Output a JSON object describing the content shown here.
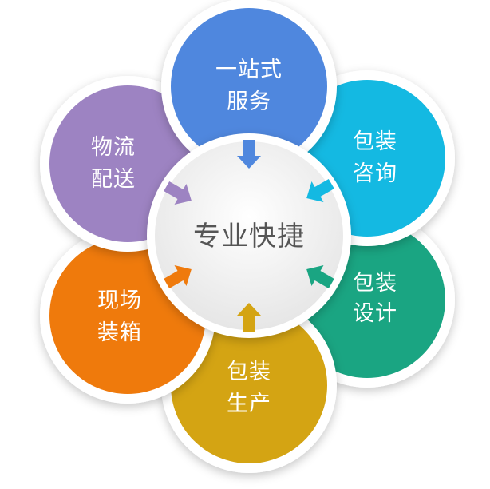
{
  "center": {
    "label": "专业快捷",
    "color": "#f2f2f2",
    "text_color": "#555555"
  },
  "petals": [
    {
      "id": "one-stop-service",
      "line1": "一站式",
      "line2": "服务",
      "color": "#4f87de"
    },
    {
      "id": "packaging-consulting",
      "line1": "包装",
      "line2": "咨询",
      "color": "#14b9e2"
    },
    {
      "id": "packaging-design",
      "line1": "包装",
      "line2": "设计",
      "color": "#1aa582"
    },
    {
      "id": "packaging-production",
      "line1": "包装",
      "line2": "生产",
      "color": "#d4a413"
    },
    {
      "id": "onsite-boxing",
      "line1": "现场",
      "line2": "装箱",
      "color": "#ef7a0c"
    },
    {
      "id": "logistics-delivery",
      "line1": "物流",
      "line2": "配送",
      "color": "#9d83c2"
    }
  ]
}
